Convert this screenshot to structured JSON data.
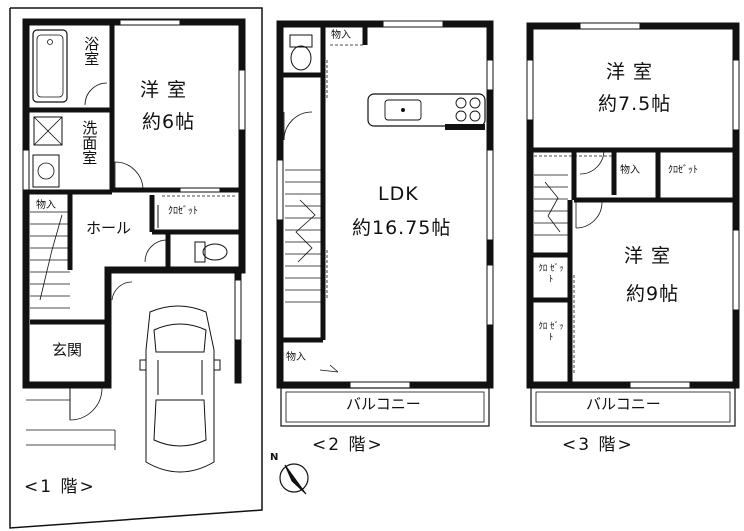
{
  "floor1": {
    "title": "<1 階>",
    "bath": "浴室",
    "washroom": "洗面室",
    "western_room": "洋 室",
    "western_room_size": "約6帖",
    "closet": "ｸﾛｾﾞｯﾄ",
    "storage": "物入",
    "hall": "ホール",
    "entrance": "玄関"
  },
  "floor2": {
    "title": "<2 階>",
    "storage_top": "物入",
    "ldk": "LDK",
    "ldk_size": "約16.75帖",
    "storage_bottom": "物入",
    "balcony": "バルコニー"
  },
  "floor3": {
    "title": "<3 階>",
    "room_a": "洋 室",
    "room_a_size": "約7.5帖",
    "storage": "物入",
    "closet_a": "ｸﾛｾﾞｯﾄ",
    "closet_b": "ｸﾛ ｾﾞｯﾄ",
    "closet_c": "ｸﾛ ｾﾞｯﾄ",
    "room_b": "洋 室",
    "room_b_size": "約9帖",
    "balcony": "バルコニー"
  },
  "compass_label": "N"
}
